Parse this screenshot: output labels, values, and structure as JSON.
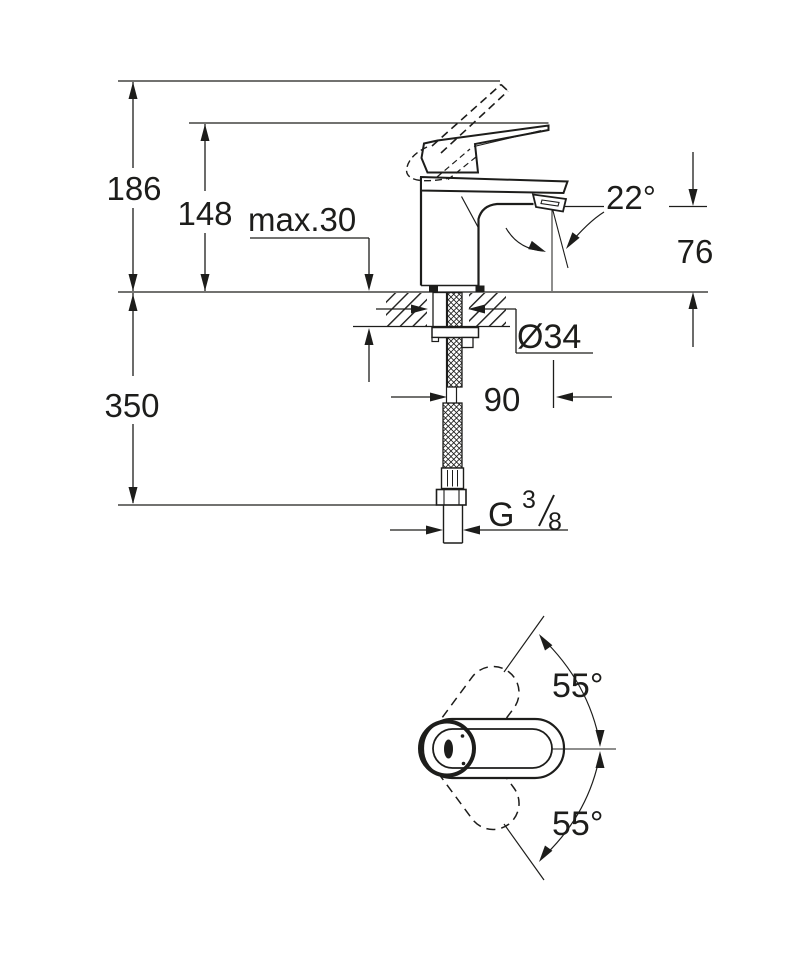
{
  "drawing": {
    "line_color": "#1d1d1b",
    "background": "#ffffff",
    "front_view": {
      "total_height": "186",
      "lever_tip_height": "148",
      "max_mounting_thickness": "max.30",
      "spout_angle": "22°",
      "spout_outlet_height": "76",
      "below_deck_length": "350",
      "tap_hole_diameter": "Ø34",
      "spout_projection": "90",
      "thread_prefix": "G",
      "thread_numerator": "3",
      "thread_denominator": "8"
    },
    "top_view": {
      "handle_swing_up": "55°",
      "handle_swing_down": "55°"
    }
  }
}
